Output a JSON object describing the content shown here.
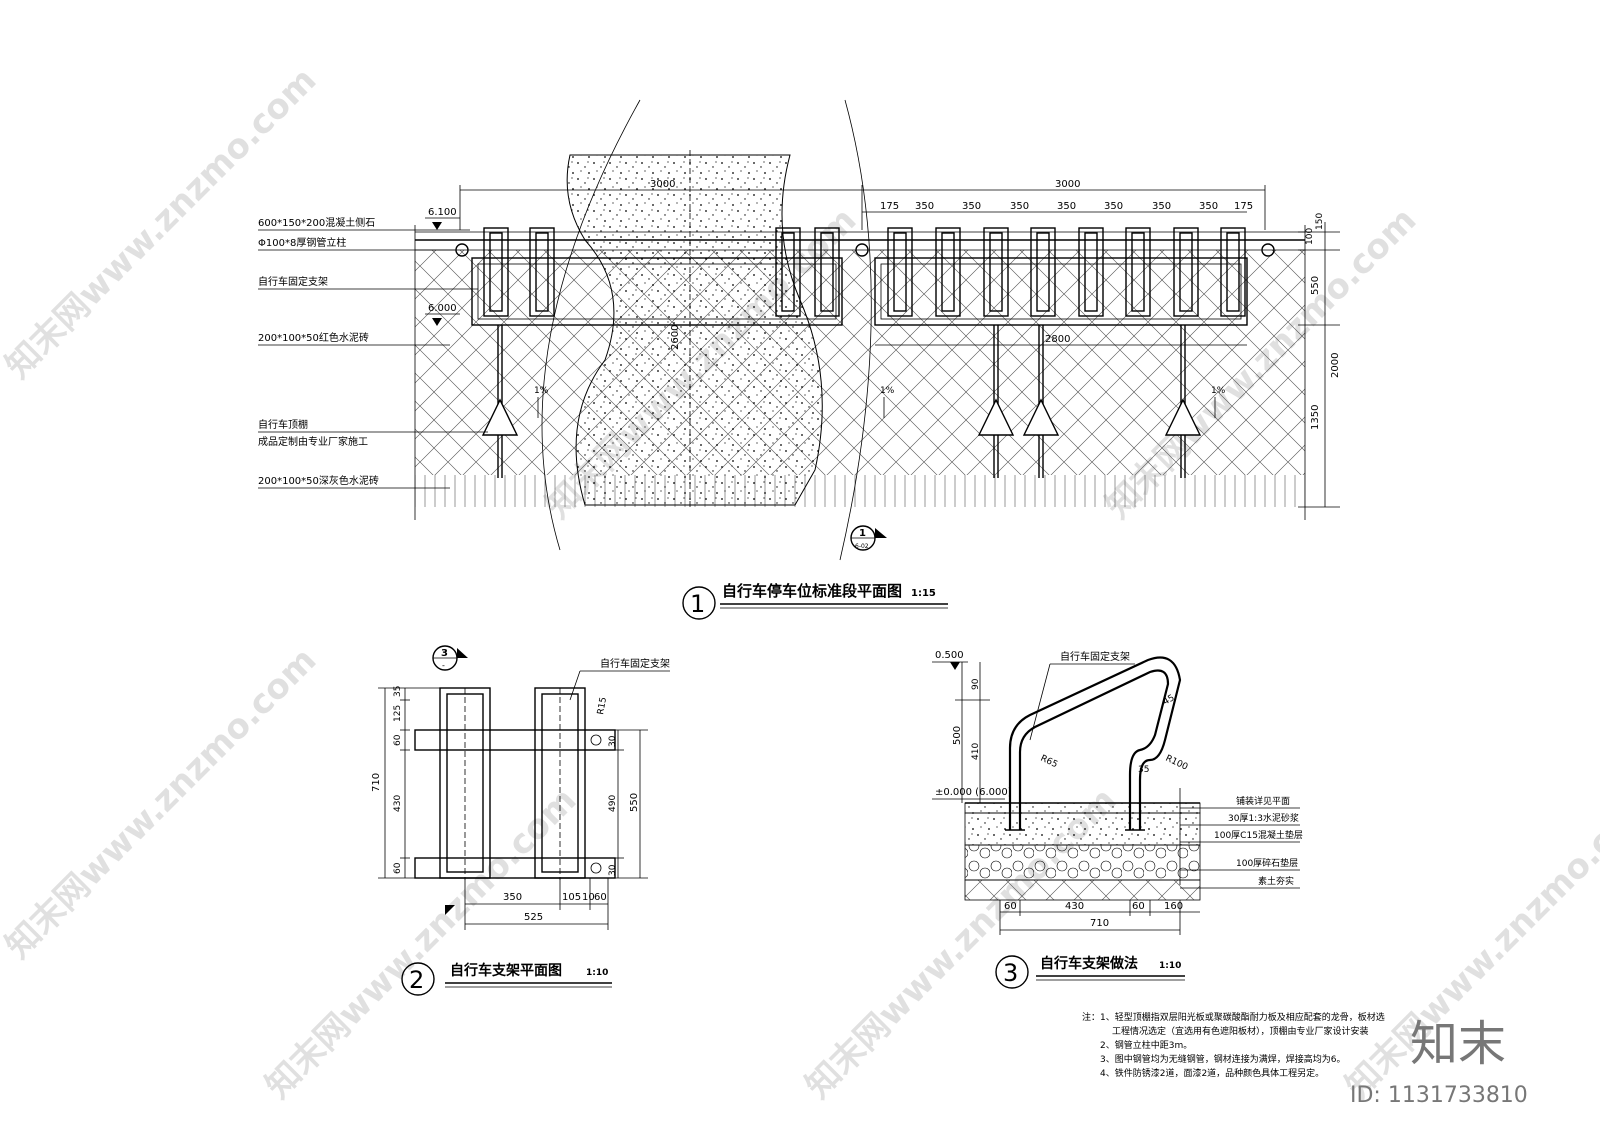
{
  "plan1": {
    "title": "自行车停车位标准段平面图",
    "scale": "1:15",
    "number": "1",
    "labels": {
      "curb": "600*150*200混凝土侧石",
      "post": "Φ100*8厚钢管立柱",
      "rack": "自行车固定支架",
      "red_brick": "200*100*50红色水泥砖",
      "canopy_a": "自行车顶棚",
      "canopy_b": "成品定制由专业厂家施工",
      "grey_brick": "200*100*50深灰色水泥砖"
    },
    "levels": {
      "top": "6.100",
      "mid": "6.000"
    },
    "dims": {
      "left_span": "3000",
      "right_span": "3000",
      "right_segments": [
        "175",
        "350",
        "350",
        "350",
        "350",
        "350",
        "350",
        "350",
        "175"
      ],
      "rack_width": "2800",
      "right_v": [
        "100",
        "150",
        "550",
        "1350"
      ],
      "right_total": "2000",
      "paving_note": "2600",
      "slope": "1%"
    },
    "section_mark": {
      "num": "1",
      "sheet": "6-02"
    }
  },
  "plan2": {
    "title": "自行车支架平面图",
    "scale": "1:10",
    "number": "2",
    "section_mark": {
      "num": "3",
      "sheet": "-"
    },
    "label": "自行车固定支架",
    "left_dims": [
      "35",
      "125",
      "60",
      "430",
      "60"
    ],
    "left_total": "710",
    "right_dims": [
      "30",
      "490",
      "30"
    ],
    "right_total": "550",
    "bottom_dims": [
      "350",
      "105",
      "10",
      "60"
    ],
    "bottom_total": "525",
    "radius": "R15"
  },
  "detail3": {
    "title": "自行车支架做法",
    "scale": "1:10",
    "number": "3",
    "label": "自行车固定支架",
    "level_top": "0.500",
    "level_ground": "±0.000 (6.000)",
    "left_dims": [
      "90",
      "410"
    ],
    "left_total": "500",
    "radii": [
      "R65",
      "R100",
      "45",
      "35"
    ],
    "layers": [
      "铺装详见平面",
      "30厚1:3水泥砂浆",
      "100厚C15混凝土垫层",
      "100厚碎石垫层",
      "素土夯实"
    ],
    "bottom_dims": [
      "60",
      "430",
      "60",
      "160"
    ],
    "bottom_total": "710"
  },
  "notes": {
    "prefix": "注：",
    "items": [
      "1、轻型顶棚指双层阳光板或聚碳酸酯耐力板及相应配套的龙骨，板材选",
      "工程情况选定（宜选用有色遮阳板材），顶棚由专业厂家设计安装",
      "2、钢管立柱中距3m。",
      "3、图中钢管均为无缝钢管，钢材连接为满焊，焊接高均为6。",
      "4、铁件防锈漆2道，面漆2道，品种颜色具体工程另定。"
    ]
  },
  "brand": {
    "logo": "知末",
    "id": "ID: 1131733810"
  },
  "watermark": "知末网www.znzmo.com"
}
